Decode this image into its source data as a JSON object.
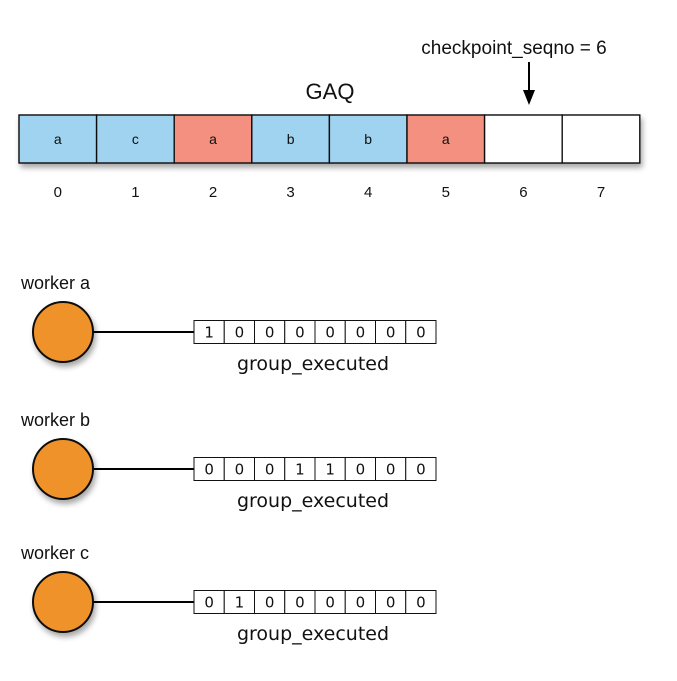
{
  "gaq": {
    "title": "GAQ",
    "cells": [
      {
        "index": "0",
        "worker": "a",
        "color": "#9fd3f0"
      },
      {
        "index": "1",
        "worker": "c",
        "color": "#9fd3f0"
      },
      {
        "index": "2",
        "worker": "a",
        "color": "#f4907f"
      },
      {
        "index": "3",
        "worker": "b",
        "color": "#9fd3f0"
      },
      {
        "index": "4",
        "worker": "b",
        "color": "#9fd3f0"
      },
      {
        "index": "5",
        "worker": "a",
        "color": "#f4907f"
      },
      {
        "index": "6",
        "worker": "",
        "color": "#ffffff"
      },
      {
        "index": "7",
        "worker": "",
        "color": "#ffffff"
      }
    ],
    "checkpoint_label": "checkpoint_seqno = 6",
    "checkpoint_index": 6
  },
  "workers": [
    {
      "label": "worker a",
      "bitmap": [
        "1",
        "0",
        "0",
        "0",
        "0",
        "0",
        "0",
        "0"
      ],
      "bitmap_label": "group_executed"
    },
    {
      "label": "worker b",
      "bitmap": [
        "0",
        "0",
        "0",
        "1",
        "1",
        "0",
        "0",
        "0"
      ],
      "bitmap_label": "group_executed"
    },
    {
      "label": "worker c",
      "bitmap": [
        "0",
        "1",
        "0",
        "0",
        "0",
        "0",
        "0",
        "0"
      ],
      "bitmap_label": "group_executed"
    }
  ],
  "colors": {
    "worker_node": "#f0922a",
    "executed_blue": "#9fd3f0",
    "pending_red": "#f4907f"
  }
}
